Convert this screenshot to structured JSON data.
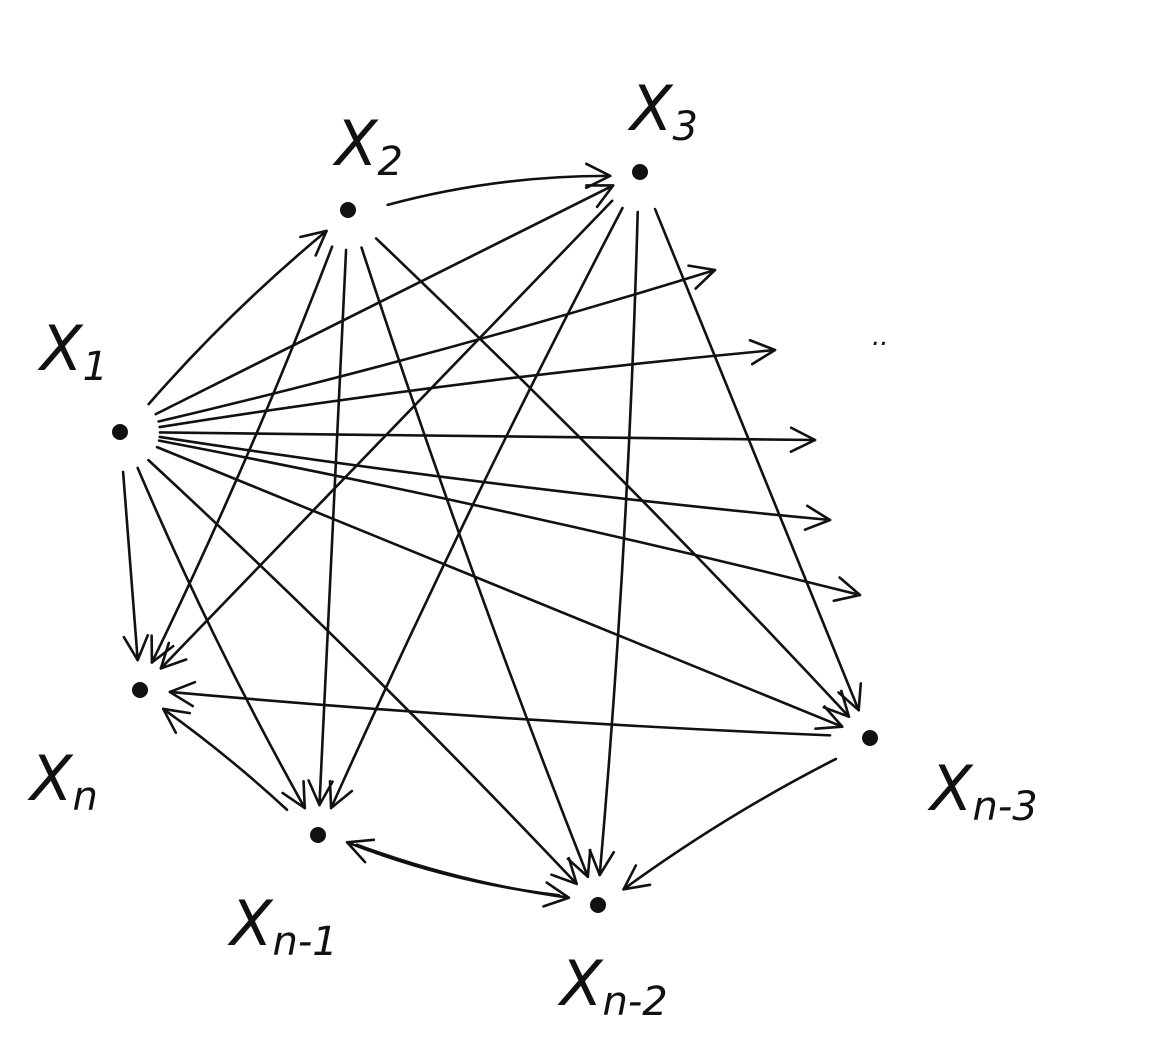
{
  "diagram": {
    "type": "directed-graph",
    "style": "hand-drawn",
    "nodes": [
      {
        "id": "x1",
        "label": "X",
        "sub": "1"
      },
      {
        "id": "x2",
        "label": "X",
        "sub": "2"
      },
      {
        "id": "x3",
        "label": "X",
        "sub": "3"
      },
      {
        "id": "xn",
        "label": "X",
        "sub": "n"
      },
      {
        "id": "xn1",
        "label": "X",
        "sub": "n-1"
      },
      {
        "id": "xn2",
        "label": "X",
        "sub": "n-2"
      },
      {
        "id": "xn3",
        "label": "X",
        "sub": "n-3"
      }
    ],
    "ellipsis": "..",
    "edges": [
      {
        "from": "x1",
        "to": "x2"
      },
      {
        "from": "x1",
        "to": "x3"
      },
      {
        "from": "x1",
        "to": "out1"
      },
      {
        "from": "x1",
        "to": "out2"
      },
      {
        "from": "x1",
        "to": "out3"
      },
      {
        "from": "x1",
        "to": "out4"
      },
      {
        "from": "x1",
        "to": "out5"
      },
      {
        "from": "x1",
        "to": "xn"
      },
      {
        "from": "x1",
        "to": "xn1"
      },
      {
        "from": "x1",
        "to": "xn2"
      },
      {
        "from": "x1",
        "to": "xn3"
      },
      {
        "from": "x2",
        "to": "x3"
      },
      {
        "from": "x2",
        "to": "xn"
      },
      {
        "from": "x2",
        "to": "xn1"
      },
      {
        "from": "x2",
        "to": "xn2"
      },
      {
        "from": "x2",
        "to": "xn3"
      },
      {
        "from": "x3",
        "to": "xn"
      },
      {
        "from": "x3",
        "to": "xn1"
      },
      {
        "from": "x3",
        "to": "xn2"
      },
      {
        "from": "x3",
        "to": "xn3"
      },
      {
        "from": "xn3",
        "to": "xn"
      },
      {
        "from": "xn3",
        "to": "xn2"
      },
      {
        "from": "xn2",
        "to": "xn1"
      },
      {
        "from": "xn1",
        "to": "xn"
      },
      {
        "from": "xn1",
        "to": "xn2"
      }
    ]
  }
}
